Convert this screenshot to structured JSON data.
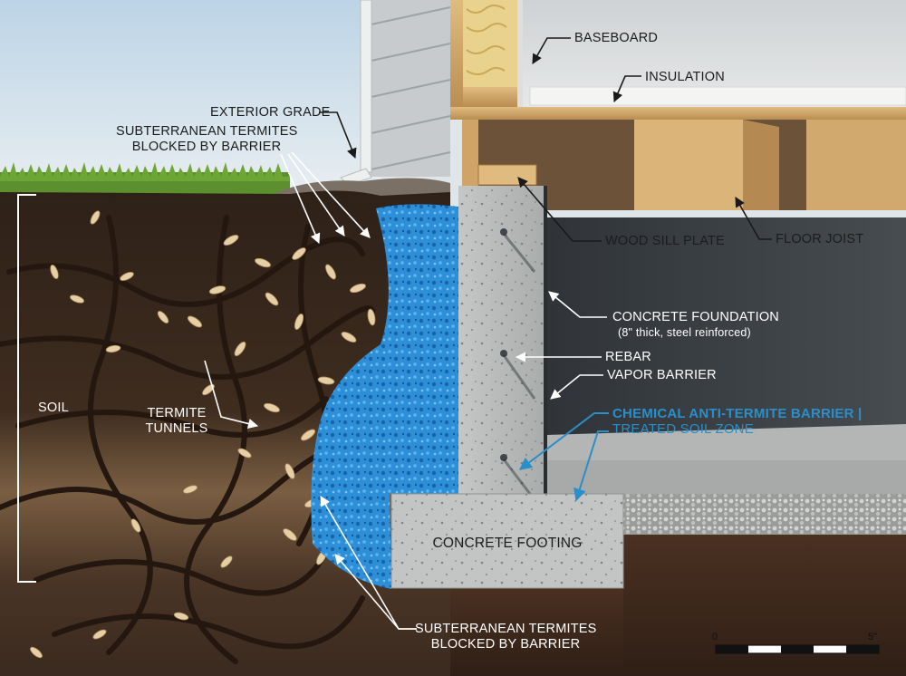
{
  "labels": {
    "baseboard": "BASEBOARD",
    "insulation": "INSULATION",
    "exterior_grade": "EXTERIOR GRADE",
    "termites_top_line1": "SUBTERRANEAN TERMITES",
    "termites_top_line2": "BLOCKED BY BARRIER",
    "wood_sill_plate": "WOOD SILL PLATE",
    "floor_joist": "FLOOR JOIST",
    "concrete_foundation": "CONCRETE FOUNDATION",
    "concrete_foundation_note": "(8\" thick, steel reinforced)",
    "rebar": "REBAR",
    "vapor_barrier": "VAPOR BARRIER",
    "chem_barrier_line1": "CHEMICAL ANTI-TERMITE BARRIER |",
    "chem_barrier_line2": "TREATED SOIL ZONE",
    "soil": "SOIL",
    "termite_tunnels_line1": "TERMITE",
    "termite_tunnels_line2": "TUNNELS",
    "concrete_footing": "CONCRETE FOOTING",
    "termites_bottom_line1": "SUBTERRANEAN TERMITES",
    "termites_bottom_line2": "BLOCKED BY BARRIER"
  },
  "scale_bar": {
    "start": "0",
    "end": "5\""
  },
  "colors": {
    "sky": "#cfe0ec",
    "siding": "#c9cdd0",
    "concrete": "#b9bcbc",
    "soil": "#3b2a1e",
    "chemical_barrier": "#2a8fd6",
    "wood": "#d2a868",
    "accent_text": "#2a8fc8"
  }
}
